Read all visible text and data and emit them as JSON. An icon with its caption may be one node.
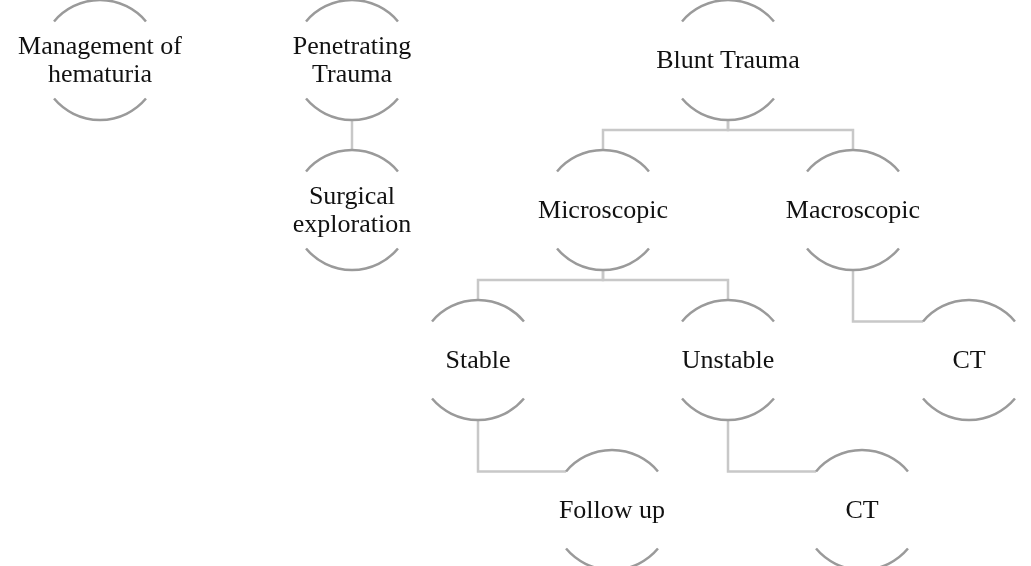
{
  "diagram": {
    "nodes": [
      {
        "text": [
          "Management of hematuria"
        ]
      },
      {
        "text": [
          "Penetrating Trauma"
        ]
      },
      {
        "text": [
          "Surgical exploration"
        ]
      },
      {
        "text": [
          "Blunt Trauma"
        ]
      },
      {
        "text": [
          "Microscopic"
        ]
      },
      {
        "text": [
          "Macroscopic"
        ]
      },
      {
        "text": [
          "Stable"
        ]
      },
      {
        "text": [
          "Unstable"
        ]
      },
      {
        "text": [
          "CT"
        ]
      },
      {
        "text": [
          "Follow up"
        ]
      },
      {
        "text": [
          "CT"
        ]
      }
    ],
    "edges": [
      {
        "from": 1,
        "to": 2,
        "arrow": "none"
      },
      {
        "from": 3,
        "to": 4,
        "arrow": "none"
      },
      {
        "from": 3,
        "to": 5,
        "arrow": "none"
      },
      {
        "from": 4,
        "to": 6,
        "arrow": "none"
      },
      {
        "from": 4,
        "to": 7,
        "arrow": "none"
      },
      {
        "from": 5,
        "to": 8,
        "arrow": "none"
      },
      {
        "from": 6,
        "to": 9,
        "arrow": "none"
      },
      {
        "from": 7,
        "to": 10,
        "arrow": "none"
      }
    ]
  }
}
